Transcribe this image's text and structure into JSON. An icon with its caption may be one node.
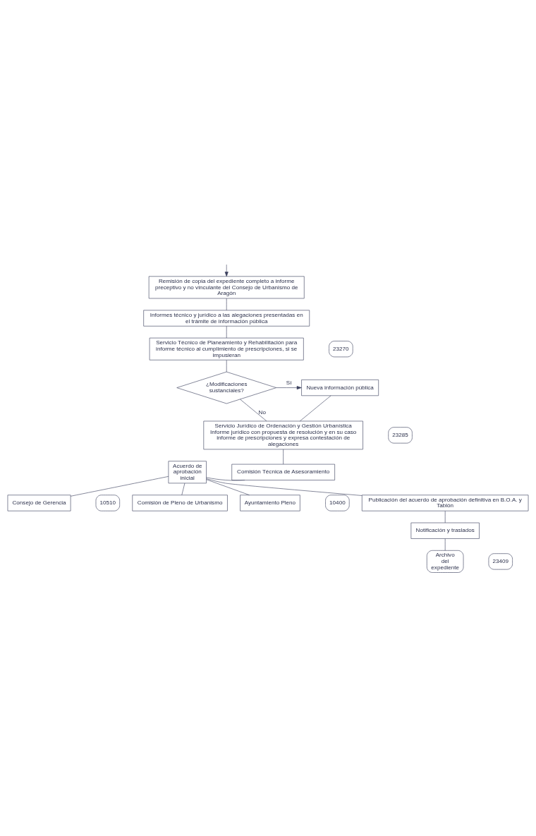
{
  "diagram": {
    "nodes": [
      {
        "text": [
          "Remisión de copia del expediente completo a informe preceptivo y no vinculante del Consejo de Urbanismo de Aragón"
        ]
      },
      {
        "text": [
          "Informes técnico y jurídico a las alegaciones presentadas en el trámite de información pública"
        ]
      },
      {
        "text": [
          "Servicio Técnico de Planeamiento y Rehabilitación para informe técnico al cumplimiento de prescripciones, si se impusieran"
        ]
      },
      {
        "text": [
          "23270"
        ]
      },
      {
        "text": [
          "¿Modificaciones sustanciales?"
        ]
      },
      {
        "text": [
          "Nueva información pública"
        ]
      },
      {
        "text": [
          "Servicio Jurídico de Ordenación y Gestión Urbanística",
          "Informe jurídico con propuesta de resolución y en su caso informe de prescripciones y expresa contestación de alegaciones"
        ]
      },
      {
        "text": [
          "23285"
        ]
      },
      {
        "text": [
          "Acuerdo de aprobación inicial"
        ]
      },
      {
        "text": [
          "Comisión Técnica de Asesoramiento"
        ]
      },
      {
        "text": [
          "Consejo de Gerencia"
        ]
      },
      {
        "text": [
          "10510"
        ]
      },
      {
        "text": [
          "Comisión de Pleno de Urbanismo"
        ]
      },
      {
        "text": [
          "Ayuntamiento Pleno"
        ]
      },
      {
        "text": [
          "10400"
        ]
      },
      {
        "text": [
          "Publicación del acuerdo de aprobación definitiva en B.O.A. y Tablón"
        ]
      },
      {
        "text": [
          "Notificación y traslados"
        ]
      },
      {
        "text": [
          "Archivo del expediente"
        ]
      },
      {
        "text": [
          "23409"
        ]
      }
    ],
    "edges": [
      {
        "from": null,
        "to": 0,
        "arrow": "to"
      },
      {
        "from": 0,
        "to": 1,
        "arrow": "none"
      },
      {
        "from": 1,
        "to": 2,
        "arrow": "none"
      },
      {
        "from": 2,
        "to": 4,
        "arrow": "none"
      },
      {
        "from": 4,
        "to": 5,
        "arrow": "to",
        "label": "Sí"
      },
      {
        "from": 4,
        "to": 6,
        "arrow": "none",
        "label": "No"
      },
      {
        "from": 5,
        "to": 6,
        "arrow": "none"
      },
      {
        "from": 6,
        "to": 9,
        "arrow": "none"
      },
      {
        "from": 8,
        "to": 9,
        "arrow": "none"
      },
      {
        "from": 8,
        "to": 10,
        "arrow": "none"
      },
      {
        "from": 8,
        "to": 12,
        "arrow": "none"
      },
      {
        "from": 8,
        "to": 13,
        "arrow": "none"
      },
      {
        "from": 8,
        "to": 15,
        "arrow": "none"
      },
      {
        "from": 15,
        "to": 16,
        "arrow": "none"
      },
      {
        "from": 16,
        "to": 17,
        "arrow": "none"
      }
    ]
  }
}
